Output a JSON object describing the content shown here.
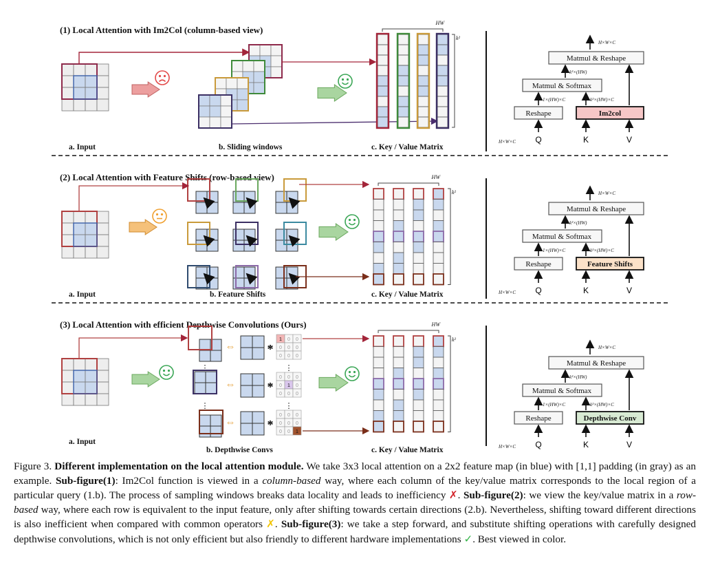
{
  "panels": [
    {
      "title": "(1) Local Attention with Im2Col (column-based view)",
      "input_label": "a. Input",
      "middle_label": "b. Sliding windows",
      "matrix_label": "c. Key / Value Matrix",
      "hw_label": "HW",
      "k2_label": "k²",
      "operator": "Im2col",
      "operator_color": "#f6c7c7",
      "face": "sad",
      "face_color": "#e24a4a",
      "arrow_color": "#ec9f9f"
    },
    {
      "title": "(2) Local Attention with Feature Shifts (row-based view)",
      "input_label": "a. Input",
      "middle_label": "b. Feature Shifts",
      "matrix_label": "c. Key / Value Matrix",
      "hw_label": "HW",
      "k2_label": "k²",
      "operator": "Feature Shifts",
      "operator_color": "#fbe1c8",
      "face": "neutral",
      "face_color": "#f0a030",
      "arrow_color": "#f5c17a"
    },
    {
      "title": "(3) Local Attention with efficient Depthwise Convolutions (Ours)",
      "input_label": "a. Input",
      "middle_label": "b. Depthwise Convs",
      "matrix_label": "c. Key / Value Matrix",
      "hw_label": "HW",
      "k2_label": "k²",
      "operator": "Depthwise Conv",
      "operator_color": "#d8ead3",
      "face": "happy",
      "face_color": "#3aa655",
      "arrow_color": "#a9d5a0"
    }
  ],
  "flow": {
    "matmul_reshape": "Matmul & Reshape",
    "matmul_softmax": "Matmul & Softmax",
    "reshape": "Reshape",
    "q": "Q",
    "k": "K",
    "v": "V",
    "dim_out": "H×W×C",
    "dim_k2hw": "k²×(HW)",
    "dim_1hwc": "1×(HW)×C",
    "dim_k2hwc": "k²×(HW)×C",
    "dim_in": "H×W×C"
  },
  "kernel_one": "1",
  "kernel_zero": "0",
  "conv_star": "*",
  "caption": {
    "figure": "Figure 3.",
    "bold_title": "Different implementation on the local attention module.",
    "t1": " We take 3x3 local attention on a 2x2 feature map (in blue) with [1,1] padding (in gray) as an example. ",
    "sf1": "Sub-figure(1)",
    "t2": ": Im2Col function is viewed in a ",
    "i1": "column-based",
    "t3": " way, where each column of the key/value matrix corresponds to the local region of a particular query (1.b). The process of sampling windows breaks data locality and leads to inefficiency ",
    "x": "✗",
    "t4": ". ",
    "sf2": "Sub-figure(2)",
    "t5": ": we view the key/value matrix in a ",
    "i2": "row-based",
    "t6": " way, where each row is equivalent to the input feature, only after shifting towards certain directions (2.b). Nevertheless, shifting toward different directions is also inefficient when compared with common operators ",
    "warn": "✗",
    "t7": ". ",
    "sf3": "Sub-figure(3)",
    "t8": ": we take a step forward, and substitute shifting operations with carefully designed depthwise convolutions, which is not only efficient but also friendly to different hardware implementations ",
    "check": "✓",
    "t9": ". Best viewed in color."
  }
}
